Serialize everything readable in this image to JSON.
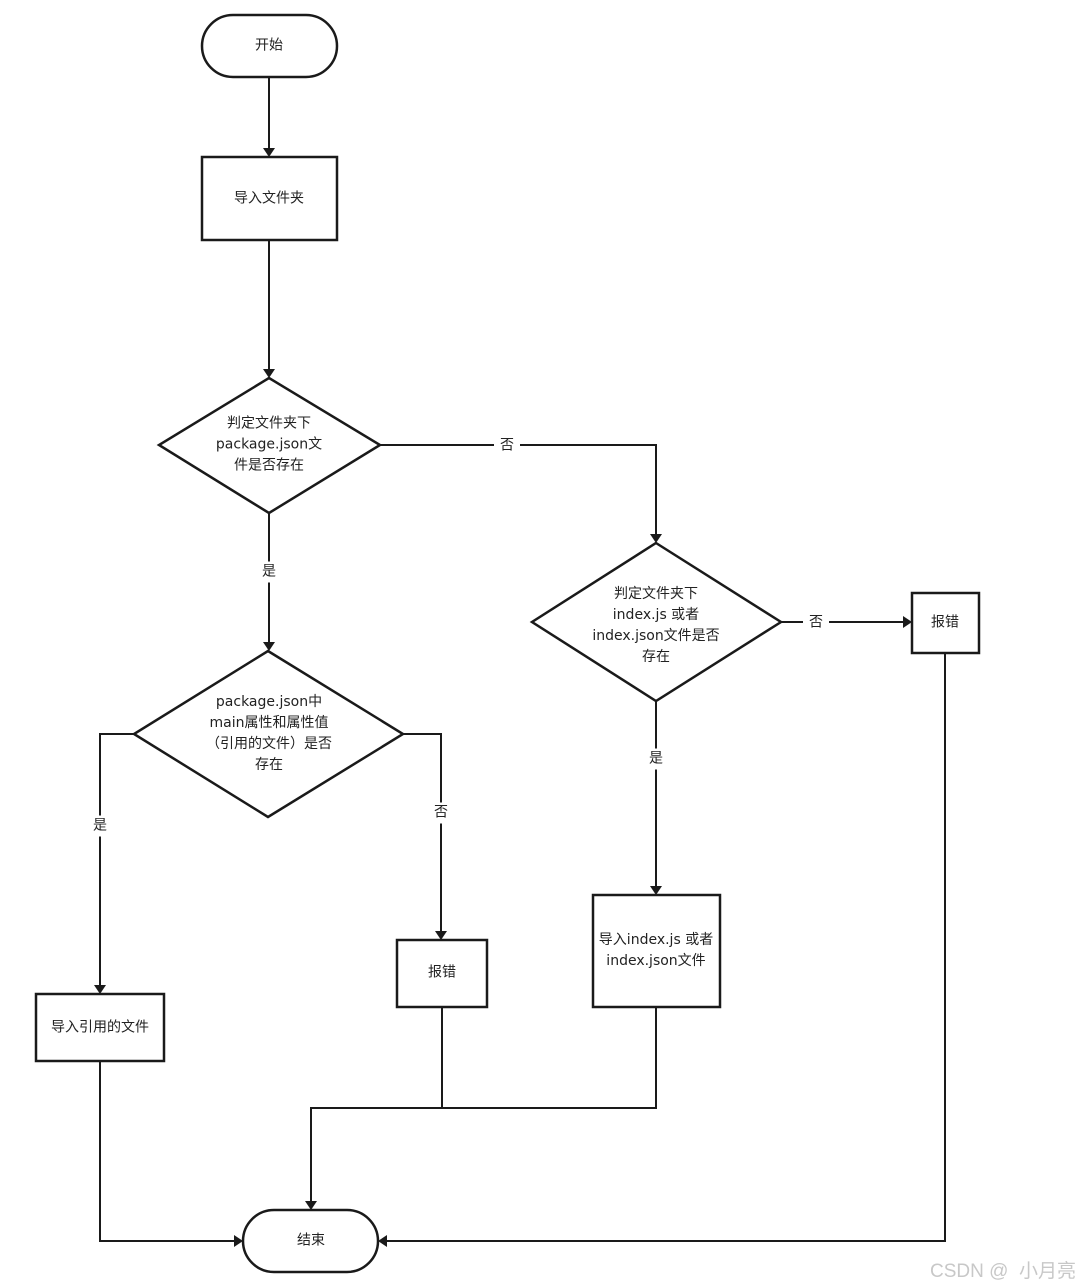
{
  "nodes": {
    "start": "开始",
    "import_folder": "导入文件夹",
    "check_package": [
      "判定文件夹下",
      "package.json文",
      "件是否存在"
    ],
    "check_main": [
      "package.json中",
      "main属性和属性值",
      "（引用的文件）是否",
      "存在"
    ],
    "check_index": [
      "判定文件夹下",
      "index.js 或者",
      "index.json文件是否",
      "存在"
    ],
    "error_right": "报错",
    "error_mid": "报错",
    "import_ref": "导入引用的文件",
    "import_index": [
      "导入index.js 或者",
      "index.json文件"
    ],
    "end": "结束"
  },
  "edges": {
    "package_no": "否",
    "package_yes": "是",
    "main_yes": "是",
    "main_no": "否",
    "index_no": "否",
    "index_yes": "是"
  },
  "watermark": "CSDN @  小月亮"
}
